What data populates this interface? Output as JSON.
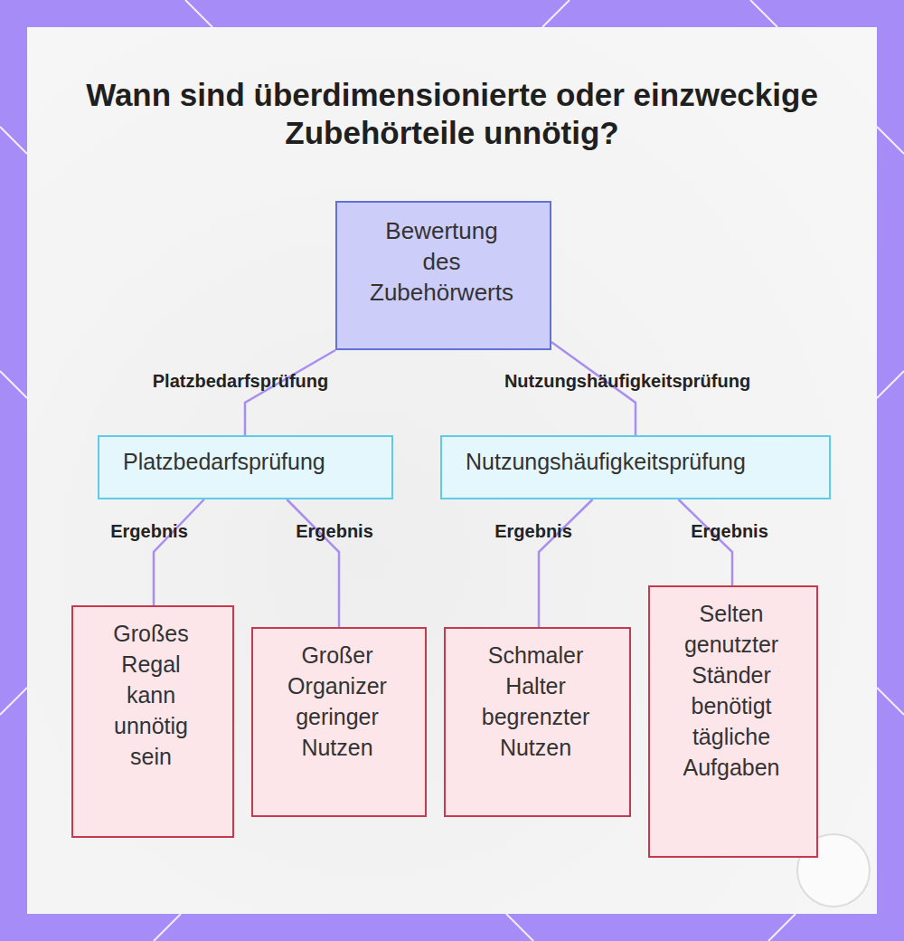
{
  "diagram": {
    "title": "Wann sind überdimensionierte oder einzweckige Zubehörteile unnötig?",
    "nodes": [
      {
        "text": [
          "Bewertung des Zubehörwerts"
        ]
      },
      {
        "text": [
          "Platzbedarfsprüfung"
        ]
      },
      {
        "text": [
          "Nutzungshäufigkeitsprüfung"
        ]
      },
      {
        "text": [
          "Großes Regal kann unnötig sein"
        ]
      },
      {
        "text": [
          "Großer Organizer geringer Nutzen"
        ]
      },
      {
        "text": [
          "Schmaler Halter begrenzter Nutzen"
        ]
      },
      {
        "text": [
          "Selten genutzter Ständer benötigt tägliche Aufgaben"
        ]
      }
    ],
    "edges": [
      {
        "from": 0,
        "to": 1,
        "label": "Platzbedarfsprüfung",
        "arrow": "none"
      },
      {
        "from": 0,
        "to": 2,
        "label": "Nutzungshäufigkeitsprüfung",
        "arrow": "none"
      },
      {
        "from": 1,
        "to": 3,
        "label": "Ergebnis",
        "arrow": "none"
      },
      {
        "from": 1,
        "to": 4,
        "label": "Ergebnis",
        "arrow": "none"
      },
      {
        "from": 2,
        "to": 5,
        "label": "Ergebnis",
        "arrow": "none"
      },
      {
        "from": 2,
        "to": 6,
        "label": "Ergebnis",
        "arrow": "none"
      }
    ]
  }
}
